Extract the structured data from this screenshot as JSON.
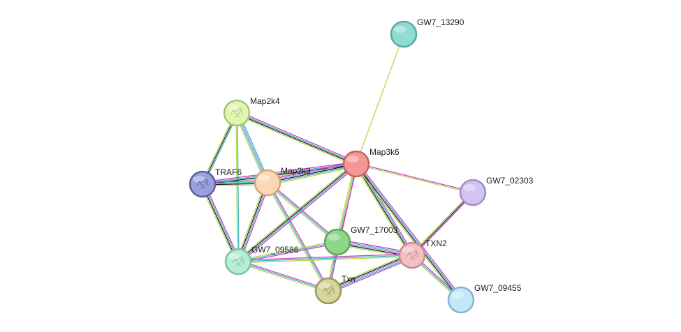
{
  "nodes": [
    {
      "id": "GW7_13290",
      "label": "GW7_13290",
      "color": "#8fdcd2",
      "stroke": "#5aa9a0",
      "has_structure": false
    },
    {
      "id": "Map2k4",
      "label": "Map2k4",
      "color": "#e0f5b0",
      "stroke": "#a9c27a",
      "has_structure": true
    },
    {
      "id": "Map3k6",
      "label": "Map3k6",
      "color": "#f59595",
      "stroke": "#c96363",
      "has_structure": false
    },
    {
      "id": "TRAF6",
      "label": "TRAF6",
      "color": "#9aa0de",
      "stroke": "#5a5f9e",
      "has_structure": true
    },
    {
      "id": "Map2k3",
      "label": "Map2k3",
      "color": "#fcd7b4",
      "stroke": "#cfa67c",
      "has_structure": false
    },
    {
      "id": "GW7_02303",
      "label": "GW7_02303",
      "color": "#d4c2f5",
      "stroke": "#9f8cc6",
      "has_structure": false
    },
    {
      "id": "GW7_17003",
      "label": "GW7_17003",
      "color": "#8fd68a",
      "stroke": "#5ea659",
      "has_structure": false
    },
    {
      "id": "GW7_09586",
      "label": "GW7_09586",
      "color": "#b7edd4",
      "stroke": "#7cc2a2",
      "has_structure": true
    },
    {
      "id": "TXN2",
      "label": "TXN2",
      "color": "#f3bfc2",
      "stroke": "#c58c90",
      "has_structure": true
    },
    {
      "id": "Txn",
      "label": "Txn",
      "color": "#d8d59a",
      "stroke": "#9b975b",
      "has_structure": true
    },
    {
      "id": "GW7_09455",
      "label": "GW7_09455",
      "color": "#c4e8fa",
      "stroke": "#84b5cf",
      "has_structure": false
    }
  ],
  "edges": [
    {
      "source": "GW7_13290",
      "target": "Map3k6",
      "colors": [
        "#b8d84a"
      ]
    },
    {
      "source": "Map2k4",
      "target": "Map3k6",
      "colors": [
        "#c940c9",
        "#3fb8c4",
        "#1f1f1f",
        "#b8d84a"
      ]
    },
    {
      "source": "Map2k4",
      "target": "TRAF6",
      "colors": [
        "#3fb8c4",
        "#1f1f1f",
        "#b8d84a"
      ]
    },
    {
      "source": "Map2k4",
      "target": "Map2k3",
      "colors": [
        "#3fb8c4",
        "#9a8ce8",
        "#3fb8c4",
        "#b8d84a"
      ]
    },
    {
      "source": "Map2k4",
      "target": "GW7_09586",
      "colors": [
        "#3fb8c4",
        "#b8d84a"
      ]
    },
    {
      "source": "TRAF6",
      "target": "Map3k6",
      "colors": [
        "#c940c9",
        "#3fb8c4",
        "#1f1f1f",
        "#b8d84a"
      ]
    },
    {
      "source": "TRAF6",
      "target": "Map2k3",
      "colors": [
        "#c940c9",
        "#3fb8c4",
        "#1f1f1f",
        "#b8d84a"
      ]
    },
    {
      "source": "TRAF6",
      "target": "GW7_09586",
      "colors": [
        "#c940c9",
        "#3fb8c4",
        "#1f1f1f",
        "#b8d84a"
      ]
    },
    {
      "source": "Map2k3",
      "target": "Map3k6",
      "colors": [
        "#c940c9",
        "#9a8ce8",
        "#1f1f1f",
        "#3fb8c4",
        "#b8d84a"
      ]
    },
    {
      "source": "Map2k3",
      "target": "GW7_09586",
      "colors": [
        "#c940c9",
        "#3fb8c4",
        "#1f1f1f",
        "#b8d84a"
      ]
    },
    {
      "source": "Map2k3",
      "target": "GW7_17003",
      "colors": [
        "#c940c9",
        "#3fb8c4",
        "#b8d84a"
      ]
    },
    {
      "source": "Map2k3",
      "target": "Txn",
      "colors": [
        "#c940c9",
        "#3fb8c4",
        "#b8d84a"
      ]
    },
    {
      "source": "Map3k6",
      "target": "GW7_02303",
      "colors": [
        "#c940c9",
        "#b8d84a"
      ]
    },
    {
      "source": "Map3k6",
      "target": "GW7_17003",
      "colors": [
        "#c940c9",
        "#3fb8c4",
        "#b8d84a"
      ]
    },
    {
      "source": "Map3k6",
      "target": "GW7_09586",
      "colors": [
        "#c940c9",
        "#3fb8c4",
        "#1f1f1f",
        "#b8d84a"
      ]
    },
    {
      "source": "Map3k6",
      "target": "TXN2",
      "colors": [
        "#c940c9",
        "#3fb8c4",
        "#1f1f1f",
        "#b8d84a"
      ]
    },
    {
      "source": "Map3k6",
      "target": "GW7_09455",
      "colors": [
        "#c940c9",
        "#3fb8c4",
        "#1f1f1f",
        "#b8d84a"
      ]
    },
    {
      "source": "Map3k6",
      "target": "Txn",
      "colors": [
        "#c940c9",
        "#b8d84a"
      ]
    },
    {
      "source": "GW7_02303",
      "target": "TXN2",
      "colors": [
        "#c940c9",
        "#1f1f1f",
        "#b8d84a"
      ]
    },
    {
      "source": "GW7_17003",
      "target": "TXN2",
      "colors": [
        "#c940c9",
        "#3fb8c4",
        "#9a8ce8",
        "#1f1f1f",
        "#b8d84a"
      ]
    },
    {
      "source": "GW7_17003",
      "target": "GW7_09586",
      "colors": [
        "#c940c9",
        "#3fb8c4",
        "#b8d84a"
      ]
    },
    {
      "source": "GW7_17003",
      "target": "Txn",
      "colors": [
        "#c940c9",
        "#3fb8c4",
        "#b8d84a"
      ]
    },
    {
      "source": "GW7_09586",
      "target": "Txn",
      "colors": [
        "#c940c9",
        "#3fb8c4",
        "#b8d84a"
      ]
    },
    {
      "source": "GW7_09586",
      "target": "TXN2",
      "colors": [
        "#c940c9",
        "#3fb8c4",
        "#b8d84a"
      ]
    },
    {
      "source": "TXN2",
      "target": "Txn",
      "colors": [
        "#c940c9",
        "#3fb8c4",
        "#9a8ce8",
        "#1f1f1f",
        "#b8d84a"
      ]
    },
    {
      "source": "TXN2",
      "target": "GW7_09455",
      "colors": [
        "#c940c9",
        "#3fb8c4",
        "#b8d84a"
      ]
    }
  ]
}
